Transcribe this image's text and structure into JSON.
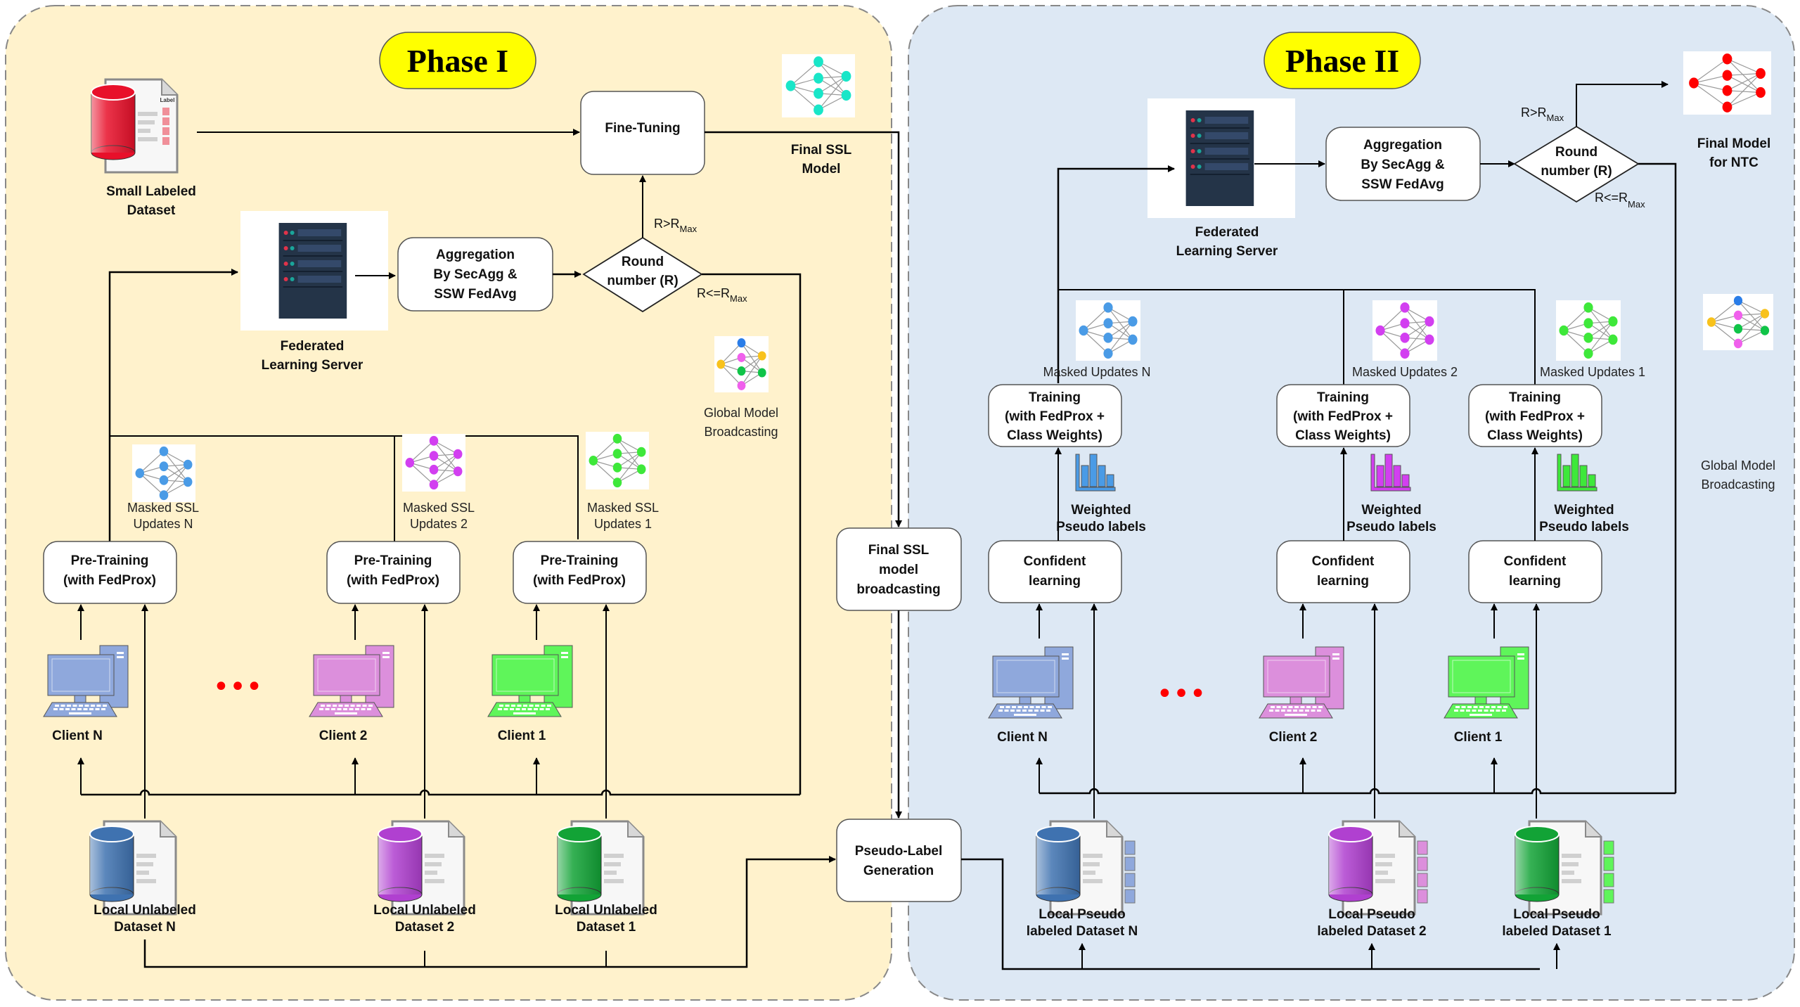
{
  "phase1": {
    "title": "Phase I",
    "small_labeled_dataset": [
      "Small Labeled",
      "Dataset"
    ],
    "dataset_doc_header": "Label",
    "fine_tuning": "Fine-Tuning",
    "final_ssl_model": [
      "Final SSL",
      "Model"
    ],
    "server_label": [
      "Federated",
      "Learning Server"
    ],
    "aggregation": [
      "Aggregation",
      "By SecAgg &",
      "SSW FedAvg"
    ],
    "round": [
      "Round",
      "number (R)"
    ],
    "cond_gt": {
      "base": "R>R",
      "sub": "Max"
    },
    "cond_le": {
      "base": "R<=R",
      "sub": "Max"
    },
    "global_broadcast": [
      "Global Model",
      "Broadcasting"
    ],
    "clients": [
      {
        "id": "N",
        "pretrain": [
          "Pre-Training",
          "(with FedProx)"
        ],
        "updates": [
          "Masked SSL",
          "Updates N"
        ],
        "client": "Client N",
        "dataset": [
          "Local Unlabeled",
          "Dataset N"
        ],
        "color": "#8fa8dc",
        "nn_color": "#4a9be6",
        "db_color": "#3f72b0"
      },
      {
        "id": "2",
        "pretrain": [
          "Pre-Training",
          "(with FedProx)"
        ],
        "updates": [
          "Masked SSL",
          "Updates 2"
        ],
        "client": "Client 2",
        "dataset": [
          "Local Unlabeled",
          "Dataset 2"
        ],
        "color": "#dc8fdc",
        "nn_color": "#d23ff0",
        "db_color": "#b040d0"
      },
      {
        "id": "1",
        "pretrain": [
          "Pre-Training",
          "(with FedProx)"
        ],
        "updates": [
          "Masked SSL",
          "Updates 1"
        ],
        "client": "Client 1",
        "dataset": [
          "Local Unlabeled",
          "Dataset 1"
        ],
        "color": "#5ff55a",
        "nn_color": "#3ee83a",
        "db_color": "#12a336"
      }
    ],
    "ellipsis": "•••"
  },
  "bridge": {
    "final_ssl_broadcast": [
      "Final SSL",
      "model",
      "broadcasting"
    ],
    "pseudo_label_gen": [
      "Pseudo-Label",
      "Generation"
    ]
  },
  "phase2": {
    "title": "Phase II",
    "server_label": [
      "Federated",
      "Learning Server"
    ],
    "aggregation": [
      "Aggregation",
      "By SecAgg &",
      "SSW FedAvg"
    ],
    "round": [
      "Round",
      "number (R)"
    ],
    "cond_gt": {
      "base": "R>R",
      "sub": "Max"
    },
    "cond_le": {
      "base": "R<=R",
      "sub": "Max"
    },
    "final_model": [
      "Final Model",
      "for NTC"
    ],
    "global_broadcast": [
      "Global Model",
      "Broadcasting"
    ],
    "clients": [
      {
        "id": "N",
        "training": [
          "Training",
          "(with FedProx +",
          "Class Weights)"
        ],
        "updates": "Masked Updates N",
        "weighted": [
          "Weighted",
          "Pseudo labels"
        ],
        "confident": [
          "Confident",
          "learning"
        ],
        "client": "Client N",
        "dataset": [
          "Local Pseudo",
          "labeled Dataset N"
        ],
        "color": "#8fa8dc",
        "nn_color": "#4a9be6",
        "db_color": "#3f72b0"
      },
      {
        "id": "2",
        "training": [
          "Training",
          "(with FedProx +",
          "Class Weights)"
        ],
        "updates": "Masked Updates 2",
        "weighted": [
          "Weighted",
          "Pseudo labels"
        ],
        "confident": [
          "Confident",
          "learning"
        ],
        "client": "Client 2",
        "dataset": [
          "Local Pseudo",
          "labeled Dataset 2"
        ],
        "color": "#dc8fdc",
        "nn_color": "#d23ff0",
        "db_color": "#b040d0"
      },
      {
        "id": "1",
        "training": [
          "Training",
          "(with FedProx +",
          "Class Weights)"
        ],
        "updates": "Masked Updates 1",
        "weighted": [
          "Weighted",
          "Pseudo labels"
        ],
        "confident": [
          "Confident",
          "learning"
        ],
        "client": "Client 1",
        "dataset": [
          "Local Pseudo",
          "labeled Dataset 1"
        ],
        "color": "#5ff55a",
        "nn_color": "#3ee83a",
        "db_color": "#12a336"
      }
    ],
    "ellipsis": "•••"
  },
  "colors": {
    "phase1_bg": "#fff2cc",
    "phase2_bg": "#dde8f4",
    "phase_badge": "#ffff00",
    "final_ssl_nn": "#19e6c8",
    "final_ntc_nn": "#ff0000",
    "labeled_db": "#e8102a",
    "server": "#243448",
    "ellipsis": "#ff0000",
    "global_nn": [
      "#2a7de8",
      "#f060ec",
      "#10c448",
      "#f8c21c"
    ]
  }
}
